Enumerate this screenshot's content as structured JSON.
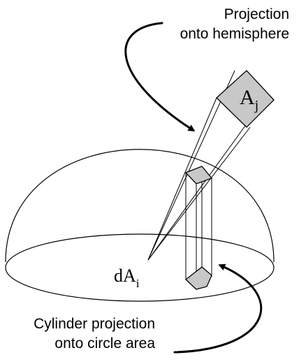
{
  "labels": {
    "projection_hemisphere_line1": "Projection",
    "projection_hemisphere_line2": "onto hemisphere",
    "patch_aj_main": "A",
    "patch_aj_sub": "j",
    "patch_dai_main": "dA",
    "patch_dai_sub": "i",
    "cylinder_line1": "Cylinder projection",
    "cylinder_line2": "onto circle area"
  },
  "colors": {
    "patch_fill": "#c8c8c8",
    "stroke": "#000000",
    "background": "#ffffff"
  }
}
